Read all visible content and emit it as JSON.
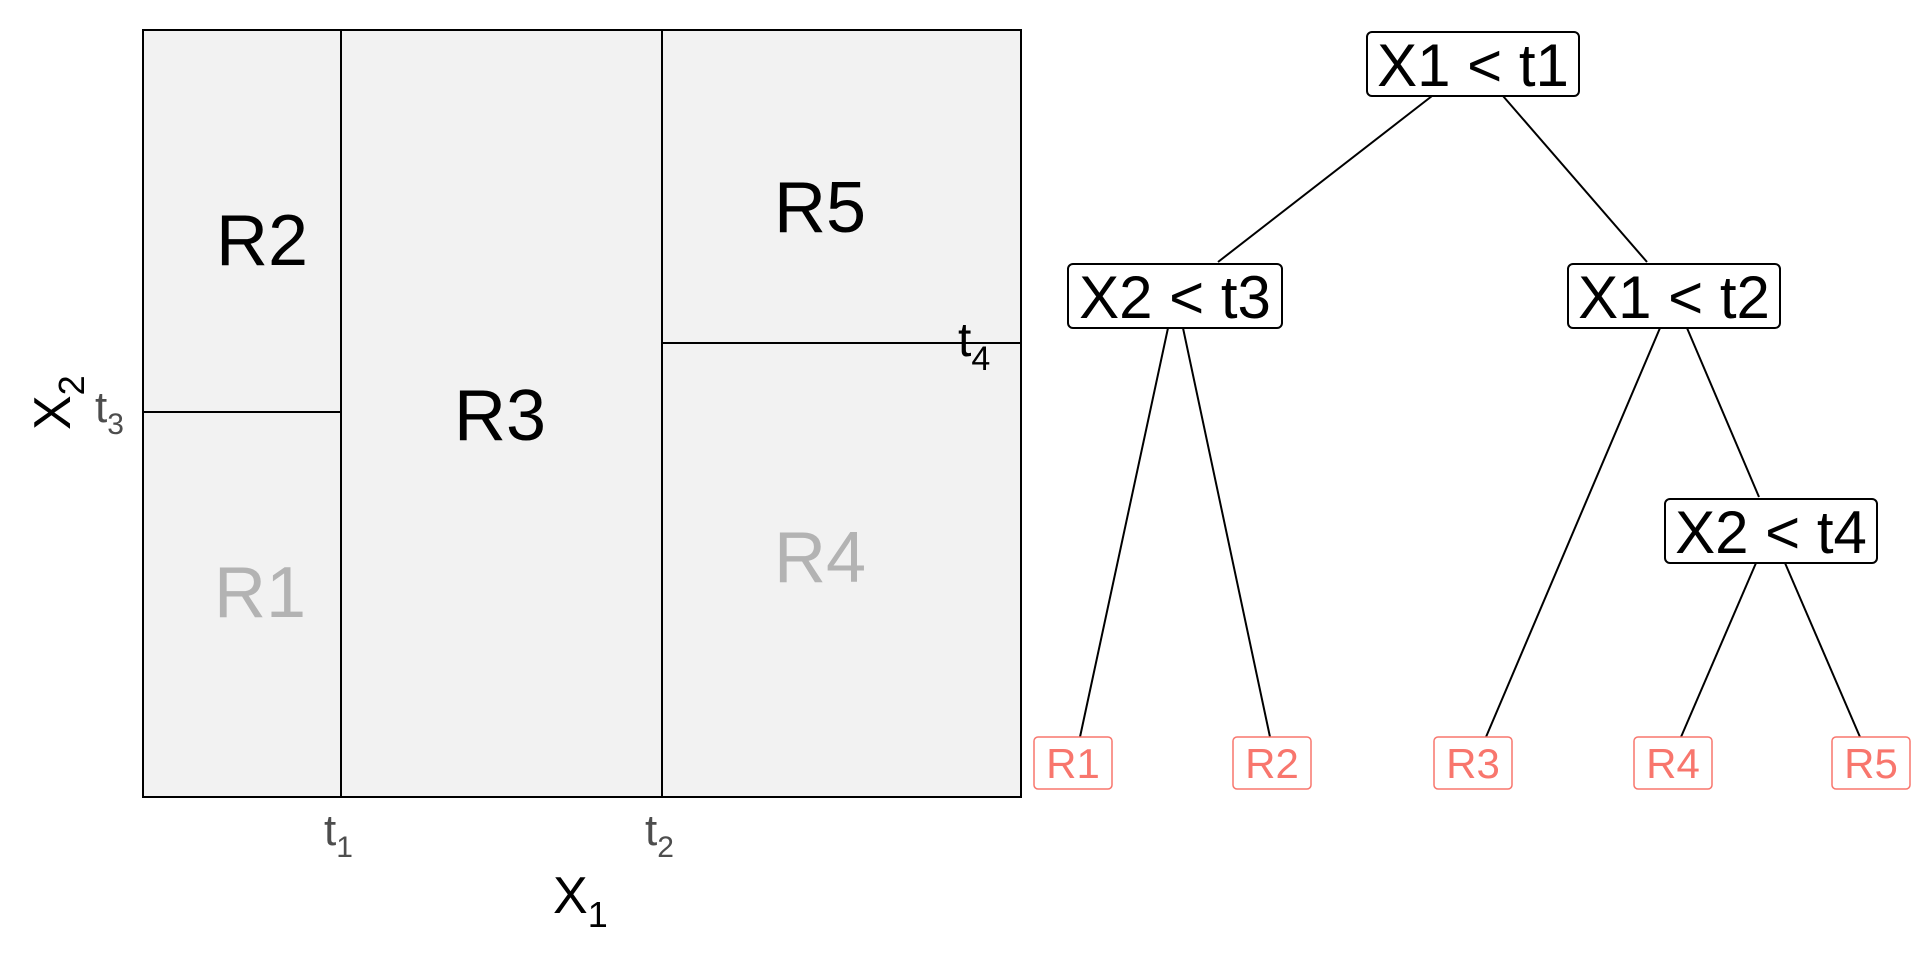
{
  "partition": {
    "regions": [
      {
        "id": "R1",
        "label": "R1",
        "color": "#b3b3b3"
      },
      {
        "id": "R2",
        "label": "R2",
        "color": "#000000"
      },
      {
        "id": "R3",
        "label": "R3",
        "color": "#000000"
      },
      {
        "id": "R4",
        "label": "R4",
        "color": "#b3b3b3"
      },
      {
        "id": "R5",
        "label": "R5",
        "color": "#000000"
      }
    ],
    "x_axis": {
      "letter": "X",
      "subscript": "1"
    },
    "y_axis": {
      "letter": "X",
      "subscript": "2"
    },
    "ticks": {
      "t1": {
        "letter": "t",
        "subscript": "1"
      },
      "t2": {
        "letter": "t",
        "subscript": "2"
      },
      "t3": {
        "letter": "t",
        "subscript": "3"
      },
      "t4": {
        "letter": "t",
        "subscript": "4"
      }
    },
    "panel_color": "#f2f2f2",
    "line_color": "#000000"
  },
  "tree": {
    "nodes": {
      "root": "X1 < t1",
      "left": "X2 < t3",
      "right": "X1 < t2",
      "right_right": "X2 < t4"
    },
    "leaves": [
      "R1",
      "R2",
      "R3",
      "R4",
      "R5"
    ],
    "leaf_color": "#f8766d"
  }
}
